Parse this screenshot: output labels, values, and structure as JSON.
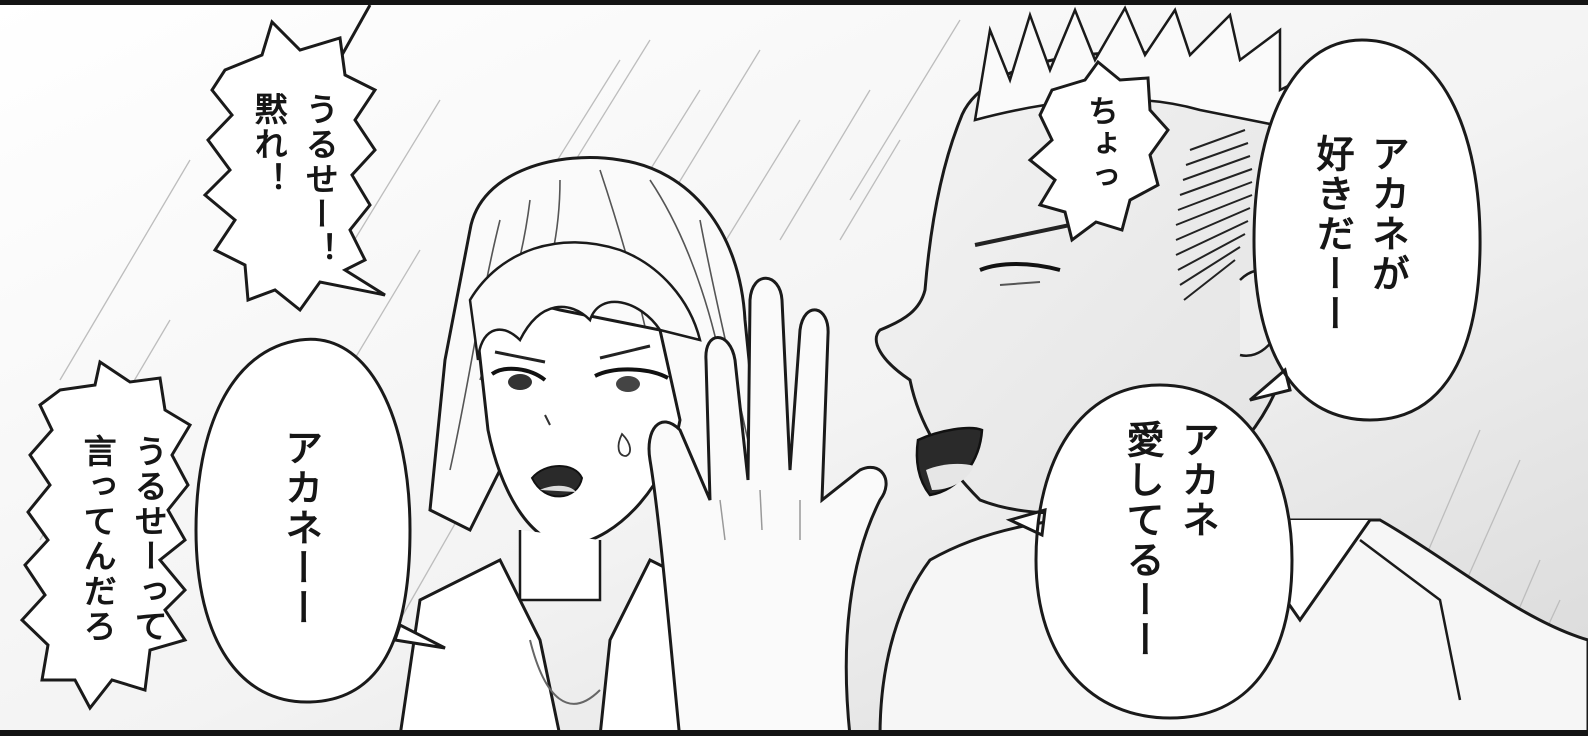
{
  "panel": {
    "dialogue": {
      "urusei_damare": "うるせー！\n黙れ！",
      "akane_left": "アカネーー",
      "urusei_itteru": "うるせーって\n言ってんだろ",
      "chotto": "ちょっ",
      "akane_suki": "アカネが\n好きだーー",
      "akane_aishiteru": "アカネ\n愛してるーー"
    }
  }
}
